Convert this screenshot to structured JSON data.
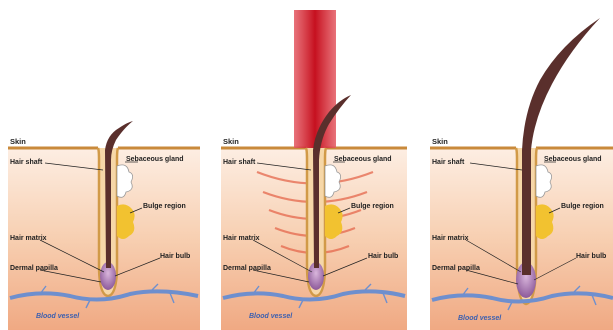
{
  "figure": {
    "panels": [
      {
        "id": "before",
        "laser": false,
        "hair_growth": "normal",
        "labels": {
          "skin": "Skin",
          "hair_shaft": "Hair shaft",
          "sebaceous_gland": "Sebaceous gland",
          "bulge_region": "Bulge region",
          "hair_matrix": "Hair matrix",
          "dermal_papilla": "Dermal papilla",
          "hair_bulb": "Hair bulb",
          "blood_vessel": "Blood vessel"
        }
      },
      {
        "id": "laser-treatment",
        "laser": true,
        "hair_growth": "normal",
        "labels": {
          "skin": "Skin",
          "hair_shaft": "Hair shaft",
          "sebaceous_gland": "Sebaceous gland",
          "bulge_region": "Bulge region",
          "hair_matrix": "Hair matrix",
          "dermal_papilla": "Dermal papilla",
          "hair_bulb": "Hair bulb",
          "blood_vessel": "Blood vessel"
        }
      },
      {
        "id": "after",
        "laser": false,
        "hair_growth": "long",
        "labels": {
          "skin": "Skin",
          "hair_shaft": "Hair shaft",
          "sebaceous_gland": "Sebaceous gland",
          "bulge_region": "Bulge region",
          "hair_matrix": "Hair matrix",
          "dermal_papilla": "Dermal papilla",
          "hair_bulb": "Hair bulb",
          "blood_vessel": "Blood vessel"
        }
      }
    ],
    "colors": {
      "skin_gradient_top": "#fbe6d6",
      "skin_gradient_bottom": "#f3b48e",
      "surface_line": "#c98a3b",
      "follicle": "#d19a48",
      "hair": "#5a2f2c",
      "bulb": "#9e6fa8",
      "gland": "#ffffff",
      "bulge": "#f2c230",
      "vessel": "#6e8fce",
      "laser": "#d8222f"
    }
  }
}
